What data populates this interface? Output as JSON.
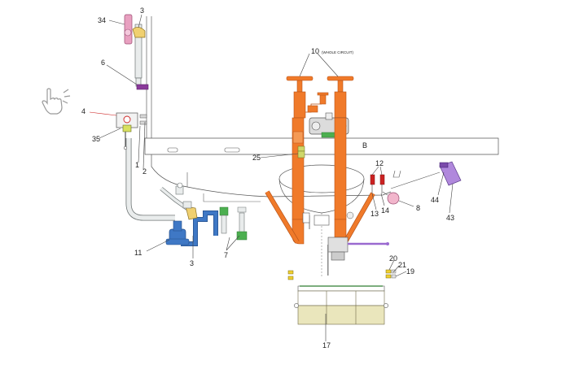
{
  "colors": {
    "pipe_orange": "#f07a2a",
    "pipe_orange_dark": "#b8541a",
    "pipe_grey": "#e9ecec",
    "pipe_grey_stroke": "#6f7676",
    "pipe_blue": "#3f78c5",
    "pipe_blue_dark": "#254f8a",
    "accent_pink": "#e8a0c0",
    "accent_purple": "#8a3a9a",
    "accent_violet": "#9a6ad0",
    "accent_yellow": "#f0d030",
    "accent_green": "#4caf50",
    "accent_red": "#cc2222",
    "tank_fill": "#eae6bc",
    "tank_stroke": "#6f6a48"
  },
  "icons": {
    "cursor": "pointer-hand-click-icon"
  },
  "callouts": {
    "c34": "34",
    "c3_top": "3",
    "c6": "6",
    "c4": "4",
    "c35": "35",
    "c1": "1",
    "c2": "2",
    "c10": "10",
    "c10_note": "(WHOLE CIRCUIT)",
    "c25": "25",
    "cB": "B",
    "c12": "12",
    "c14": "14",
    "c13": "13",
    "c8": "8",
    "c44": "44",
    "c43": "43",
    "c11": "11",
    "c3_bottom": "3",
    "c7": "7",
    "c20": "20",
    "c21": "21",
    "c19": "19",
    "c17": "17"
  }
}
